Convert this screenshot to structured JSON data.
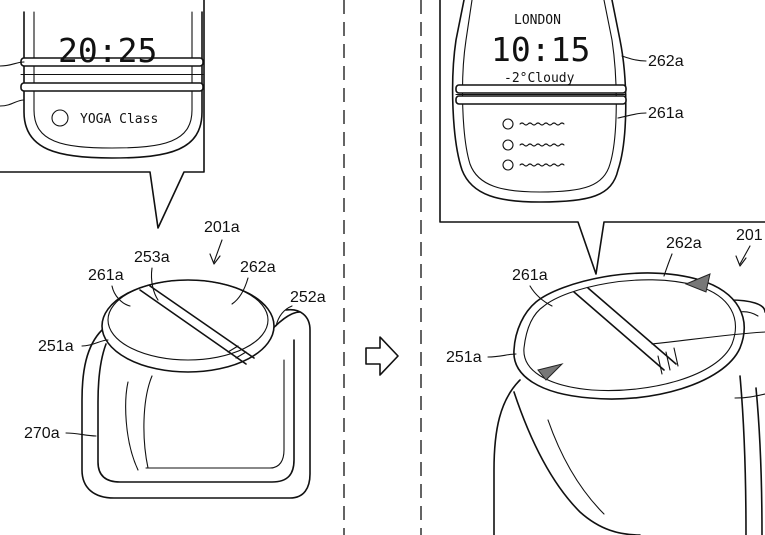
{
  "left_panel": {
    "screen_time": "20:25",
    "event_label": "YOGA Class",
    "labels": {
      "device": "201a",
      "divider": "253a",
      "upper_display": "262a",
      "lower_display": "261a",
      "side_part": "252a",
      "bezel": "251a",
      "strap": "270a"
    }
  },
  "right_panel": {
    "city": "LONDON",
    "screen_time": "10:15",
    "weather": "-2°Cloudy",
    "labels": {
      "screen_upper": "262a",
      "screen_lower": "261a",
      "upper_display": "262a",
      "lower_display": "261a",
      "bezel": "251a",
      "device": "201"
    }
  },
  "transition_arrow_icon": "hollow-right-arrow"
}
